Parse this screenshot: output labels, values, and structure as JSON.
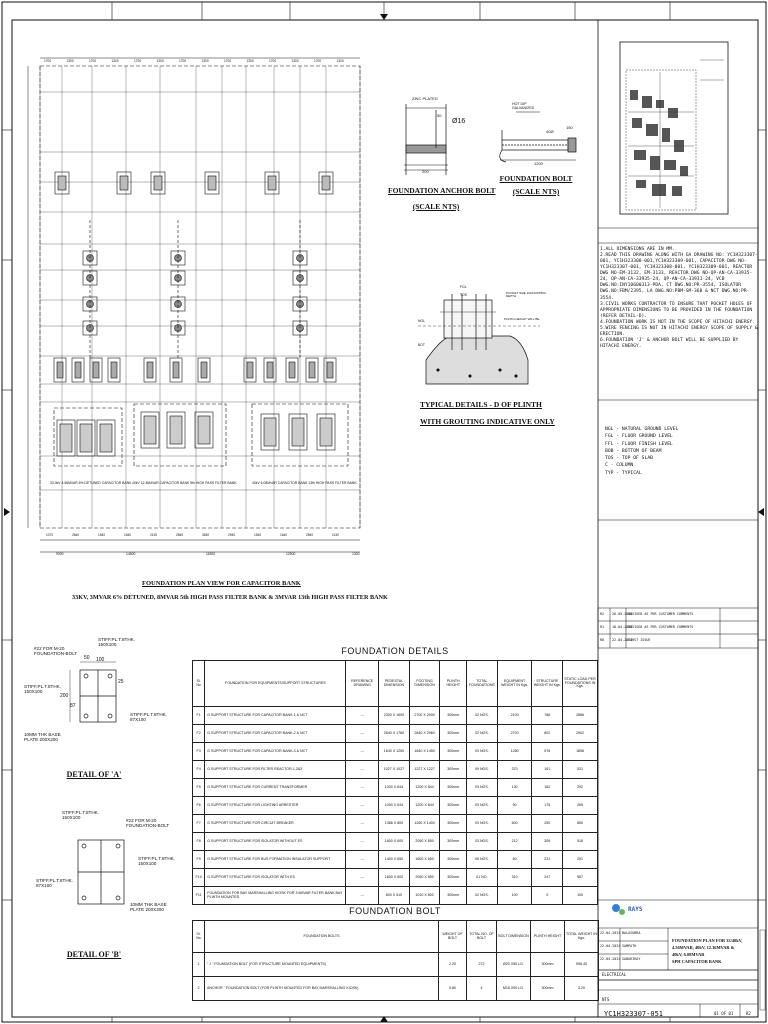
{
  "drawing": {
    "main_title_1": "FOUNDATION PLAN VIEW FOR CAPACITOR BANK",
    "main_title_2": "33KV, 3MVAR 6% DETUNED, 8MVAR 5th HIGH PASS FILTER BANK & 3MVAR 13th HIGH PASS FILTER BANK",
    "bank_labels": [
      "33.0kV 4.56MVAR 6% DETUNED CAPACITOR BANK",
      "40kV 12.36MVAR CAPACITOR BANK 5th HIGH PASS FILTER BANK",
      "40kV 6.08MVAR CAPACITOR BANK 13th HIGH PASS FILTER BANK"
    ],
    "anchor_bolt": {
      "title": "FOUNDATION ANCHOR BOLT",
      "scale": "(SCALE NTS)",
      "note_top": "ZINC PLATED",
      "dia": "Ø16",
      "dim1": "50",
      "dim2": "200"
    },
    "foundation_bolt": {
      "title": "FOUNDATION BOLT",
      "scale": "(SCALE NTS)",
      "note_top": "HOT DIP GALVANIZED",
      "dim1": "40Ø",
      "dim2": "150",
      "dim3": "1200"
    },
    "typical": {
      "title_1": "TYPICAL DETAILS - D OF PLINTH",
      "title_2": "WITH GROUTING INDICATIVE ONLY",
      "lbl1": "FGL",
      "lbl2": "TOS",
      "lbl3": "POCKET SIZE 100X100X500 DEPTH",
      "lbl4": "PLINTH HEIGHT WILL BE",
      "lbl5": "NGL",
      "lbl6": "BOT"
    },
    "detail_a": {
      "title": "DETAIL OF 'A'",
      "l1": "#22 FOR M-20 FOUNDATION-BOLT",
      "l2": "STIFF.PL.T.8THK. 150X100",
      "l3": "STIFF.PL.T.8THK. 150X100",
      "l4": "STIFF.PL.T.8THK. 87X100",
      "l5": "10MM THK BASE PLATE 200X200",
      "d1": "50",
      "d2": "100",
      "d3": "200",
      "d4": "87",
      "d5": "25"
    },
    "detail_b": {
      "title": "DETAIL OF 'B'",
      "l1": "STIFF.PL.T.8THK. 150X100",
      "l2": "#22 FOR M-20 FOUNDATION-BOLT",
      "l3": "STIFF.PL.T.8THK. 150X100",
      "l4": "STIFF.PL.T.8THK. 87X100",
      "l5": "10MM THK BASE PLATE 200X200"
    }
  },
  "notes": [
    "1.ALL DIMENSIONS ARE IN MM.",
    "2.READ THIS DRAWING ALONG WITH GA DRAWING NO: YC1H323307-001, YC1H323308-001,YC1H323309-001, CAPACITOR DWG NO-YC1H323307-001, YC1H323308-001, YC1H323309-001, REACTOR DWG NO-EM-3132, EM-3133, REACTOR DWG NO-QP-AN-CA-33935-24, QP-AN-CA-33935-24, QP-AN-CA-33931-24, VCB DWG.NO:INY10600313-PDA, CT DWG.NO:PR-3554, ISOLATOR DWG.NO:FBM/2395, LA DWG.NO:PBM-SM-368 & NCT DWG.NO:PR-3554.",
    "3.CIVIL WORKS CONTRACTOR TO ENSURE THAT POCKET HOLES OF APPROPRIATE DIMENSIONS TO BE PROVIDED IN THE FOUNDATION (REFER DETAIL-D).",
    "4.FOUNDATION WORK IS NOT IN THE SCOPE OF HITACHI ENERGY.",
    "5.WIRE FENCING IS NOT IN HITACHI ENERGY SCOPE OF SUPPLY & ERECTION.",
    "6.FOUNDATION 'J' & ANCHOR BOLT WILL BE SUPPLIED BY HITACHI ENERGY."
  ],
  "abbreviations": [
    "NGL - NATURAL GROUND LEVEL",
    "FGL - FLOOR GROUND LEVEL",
    "FFL - FLOOR FINISH LEVEL",
    "BOB - BOTTOM OF BEAM",
    "TOS - TOP OF SLAB",
    "C - COLUMN",
    "TYP - TYPICAL"
  ],
  "foundation_details": {
    "title": "FOUNDATION DETAILS",
    "headers": [
      "Sl. No",
      "FOUNDATION FOR EQUIPMENTS/SUPPORT STRUCTURES",
      "REFERENCE DRAWING",
      "PEDESTAL DIMENSION",
      "FOOTING DIMENSION",
      "PLINTH HEIGHT",
      "TOTAL FOUNDATIONS",
      "EQUIPMENT WEIGHT IN Kgs.",
      "STRUCTURE WEIGHT IN Kgs.",
      "STATIC LOAD PER FOUNDATIONS IN Kgs."
    ],
    "rows": [
      [
        "F1",
        "G SUPPORT STRUCTURE FOR CAPACITOR BANK-1 & NCT",
        "---",
        "2300 X 1600",
        "2700 X 2000",
        "300mm",
        "02 NOS.",
        "2100",
        "786",
        "2886"
      ],
      [
        "F2",
        "G SUPPORT STRUCTURE FOR CAPACITOR BANK-2 & NCT",
        "---",
        "2640 X 1760",
        "2840 X 2960",
        "300mm",
        "02 NOS.",
        "2700",
        "802",
        "2902"
      ],
      [
        "F3",
        "G SUPPORT STRUCTURE FOR CAPACITOR BANK-3 & NCT",
        "---",
        "1640 X 1250",
        "1840 X 1450",
        "300mm",
        "03 NOS.",
        "1280",
        "576",
        "1856"
      ],
      [
        "F4",
        "G SUPPORT STRUCTURE FOR FILTER REACTOR-1,2&3",
        "---",
        "1027 X 1027",
        "1227 X 1227",
        "300mm",
        "09 NOS.",
        "370",
        "161",
        "531"
      ],
      [
        "F5",
        "G SUPPORT STRUCTURE FOR CURRENT TRANSFORMER",
        "---",
        "1000 X 644",
        "1200 X 844",
        "300mm",
        "03 NOS.",
        "130",
        "162",
        "292"
      ],
      [
        "F6",
        "G SUPPORT STRUCTURE FOR LIGHTING ARRESTER",
        "---",
        "1000 X 644",
        "1200 X 844",
        "300mm",
        "03 NOS.",
        "90",
        "175",
        "265"
      ],
      [
        "F7",
        "G SUPPORT STRUCTURE FOR CIRCUIT BREAKER",
        "---",
        "1386 X 800",
        "1260 X 1400",
        "300mm",
        "03 NOS.",
        "600",
        "250",
        "850"
      ],
      [
        "F8",
        "G SUPPORT STRUCTURE FOR ISOLATOR WITHOUT ES",
        "---",
        "1800 X 600",
        "2050 X 850",
        "300mm",
        "03 NOS.",
        "212",
        "306",
        "518"
      ],
      [
        "F9",
        "G SUPPORT STRUCTURE FOR BUS FORMATION INSULATOR SUPPORT",
        "---",
        "1400 X 650",
        "1600 X 850",
        "300mm",
        "06 NOS.",
        "60",
        "231",
        "291"
      ],
      [
        "F10",
        "G SUPPORT STRUCTURE FOR ISOLATOR WITH ES",
        "---",
        "1800 X 600",
        "2050 X 850",
        "300mm",
        "01 NO.",
        "310",
        "247",
        "557"
      ],
      [
        "F11",
        "FOUNDATION FOR BAY MARSHALLING KIOSK FOR 3.6MVAR FILTER BANK BAY PLINTH MOUNTED",
        "---",
        "800 X 510",
        "1010 X 802",
        "300mm",
        "02 NOS.",
        "100",
        "0",
        "100"
      ]
    ]
  },
  "foundation_bolt": {
    "title": "FOUNDATION BOLT",
    "headers": [
      "Sl. No",
      "FOUNDATION BOLTS",
      "WEIGHT OF BOLT",
      "TOTAL NO. OF BOLT",
      "BOLT DIMENSION",
      "PLINTH HEIGHT",
      "TOTAL WEIGHT IN Kgs."
    ],
    "rows": [
      [
        "1",
        "\" J \" FOUNDATION BOLT (FOR STRUCTURE MOUNTED EQUIPMENTS)",
        "2.20",
        "272",
        "Ø20 X50 LG.",
        "300mm",
        "598.40"
      ],
      [
        "2",
        "ANCHOR \" FOUNDATION BOLT (FOR PLINTH MOUNTED FOR BAY MARSHALLING KIOSK)",
        "0.80",
        "4",
        "M16 X50 LG.",
        "300mm",
        "3.20"
      ]
    ]
  },
  "revisions": [
    {
      "rev": "R2",
      "date": "26.05.2024",
      "desc": "REVISED AS PER CUSTOMER COMMENTS"
    },
    {
      "rev": "R1",
      "date": "18.04.2024",
      "desc": "REVISED AS PER CUSTOMER COMMENTS"
    },
    {
      "rev": "R0",
      "date": "22.04.2024",
      "desc": "FIRST ISSUE"
    }
  ],
  "title_block": {
    "company": "RAYS",
    "title_1": "FOUNDATION PLAN FOR 33/40kV,",
    "title_2": "4.56MVAR, 40kV, 12.36MVAR &",
    "title_3": "40kV, 6.08MVAR",
    "title_4": "SPH CAPACITOR BANK",
    "sign_rows": [
      {
        "date": "22.04.2024",
        "name": "BALASUBRA"
      },
      {
        "date": "22.04.2024",
        "name": "SAMPATH"
      },
      {
        "date": "22.04.2024",
        "name": "SABARIRAY"
      }
    ],
    "dept": "ELECTRICAL",
    "scale": "NTS",
    "dwg_no": "YC1H323307-051",
    "sheet": "01 OF 01",
    "rev": "R2"
  },
  "plan_dims_top": [
    "1700",
    "1300",
    "1700",
    "1300",
    "1700",
    "1300",
    "1700",
    "1300",
    "1700",
    "1300",
    "1700",
    "1300",
    "1700",
    "1300"
  ],
  "plan_dims_bottom": [
    "9000",
    "14500",
    "11800",
    "12500",
    "1300"
  ],
  "plan_dims_bottom_small": [
    "1070",
    "2840",
    "1540",
    "1640",
    "2130",
    "2840",
    "3630",
    "2940",
    "1540",
    "1640",
    "2840",
    "1130"
  ]
}
